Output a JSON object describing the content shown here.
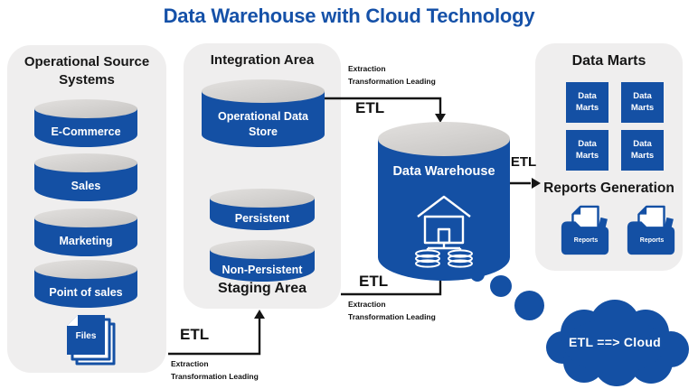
{
  "title": "Data Warehouse with Cloud Technology",
  "colors": {
    "accent_blue": "#1450a4",
    "title_blue": "#1551a8",
    "panel_gray": "#efeeee",
    "cylinder_cap_gray": "#d3d1cf",
    "text_dark": "#171717",
    "text_white": "#ffffff"
  },
  "source_panel": {
    "title": "Operational Source Systems",
    "cylinders": [
      "E-Commerce",
      "Sales",
      "Marketing",
      "Point of sales"
    ],
    "files_label": "Files"
  },
  "integration_panel": {
    "title": "Integration Area",
    "ods_label": "Operational Data Store",
    "persistent_label": "Persistent",
    "non_persistent_label": "Non-Persistent",
    "staging_label": "Staging Area"
  },
  "warehouse": {
    "label": "Data Warehouse"
  },
  "marts_panel": {
    "title": "Data Marts",
    "boxes": [
      "Data Marts",
      "Data Marts",
      "Data Marts",
      "Data Marts"
    ],
    "reports_title": "Reports Generation",
    "reports": [
      "Reports",
      "Reports"
    ]
  },
  "cloud": {
    "label": "ETL ==> Cloud"
  },
  "arrows": [
    {
      "name": "ods-to-warehouse",
      "etl": "ETL",
      "caption_line1": "Extraction",
      "caption_line2": "Transformation Leading"
    },
    {
      "name": "staging-to-warehouse",
      "etl": "ETL",
      "caption_line1": "Extraction",
      "caption_line2": "Transformation Leading"
    },
    {
      "name": "files-to-staging",
      "etl": "ETL",
      "caption_line1": "Extraction",
      "caption_line2": "Transformation Leading"
    },
    {
      "name": "warehouse-to-marts",
      "etl": "ETL"
    }
  ],
  "icons": {
    "files": "files-stack-icon",
    "warehouse": "warehouse-building-databases-icon",
    "report": "report-folder-icon",
    "cloud": "cloud-shape"
  }
}
